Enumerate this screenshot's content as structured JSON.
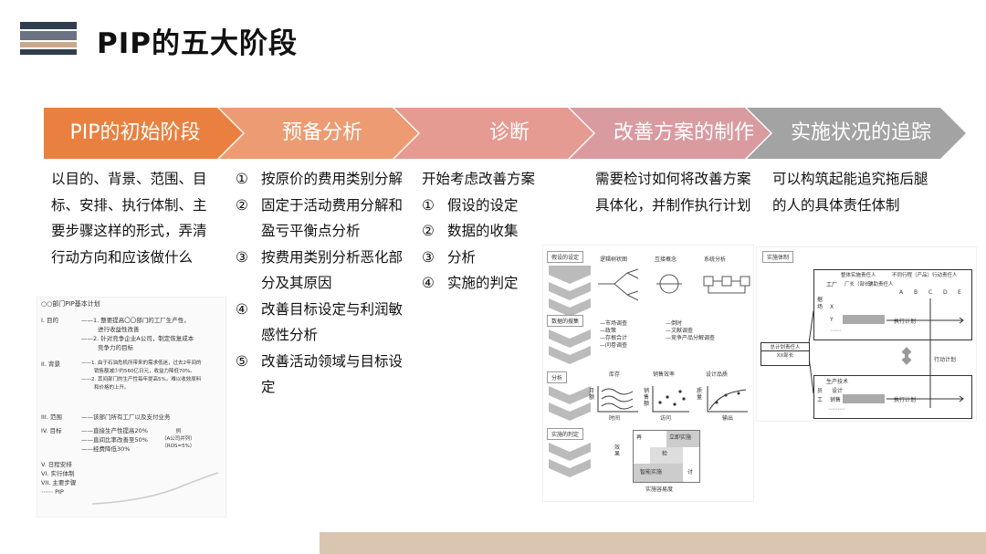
{
  "title": "PIP的五大阶段",
  "colors": {
    "logo_dark": "#2f3d4f",
    "logo_mid": "#6b7380",
    "logo_light": "#c9a98a",
    "stage1": "#e9803f",
    "stage2": "#ec9b72",
    "stage3": "#e59a92",
    "stage4": "#d99ba0",
    "stage5": "#a3a3a3",
    "bottom_bar": "#dac6b0"
  },
  "stages": [
    {
      "label": "PIP的初始阶段"
    },
    {
      "label": "预备分析"
    },
    {
      "label": "诊断"
    },
    {
      "label": "改善方案的制作"
    },
    {
      "label": "实施状况的追踪"
    }
  ],
  "stage1_desc": [
    "以目的、背景、范围、目",
    "标、安排、执行体制、主",
    "要步骤这样的形式，弄清",
    "行动方向和应该做什么"
  ],
  "stage2_items": [
    {
      "num": "①",
      "lines": [
        "按原价的费用类别分解"
      ]
    },
    {
      "num": "②",
      "lines": [
        "固定于活动费用分解和",
        "盈亏平衡点分析"
      ]
    },
    {
      "num": "③",
      "lines": [
        "按费用类别分析恶化部",
        "分及其原因"
      ]
    },
    {
      "num": "④",
      "lines": [
        "改善目标设定与利润敏",
        "感性分析"
      ]
    },
    {
      "num": "⑤",
      "lines": [
        "改善活动领域与目标设",
        "定"
      ]
    }
  ],
  "stage3_intro": "开始考虑改善方案",
  "stage3_items": [
    {
      "num": "①",
      "text": "假设的设定"
    },
    {
      "num": "②",
      "text": "数据的收集"
    },
    {
      "num": "③",
      "text": "分析"
    },
    {
      "num": "④",
      "text": "实施的判定"
    }
  ],
  "stage4_desc": [
    "需要检讨如何将改善方案",
    "具体化，并制作执行计划"
  ],
  "stage5_desc": [
    "可以构筑起能追究拖后腿",
    "的人的具体责任体制"
  ],
  "plan_image": {
    "heading": "○○部门PIP基本计划",
    "rows": [
      {
        "label": "I. 目的",
        "lines": [
          "——1. 整要提高〇〇部门的工厂生产性，",
          "进行收益性改善",
          "——2. 针对竞争企业A公司，制定恢复成本",
          "竞争力的目标"
        ]
      },
      {
        "label": "II. 背景",
        "lines": [
          "——1. 由于石油危机所带来的需求低迷，过去2年间的",
          "销售额减少约560亿日元，收益力降低70%。",
          "——2. 其间部门的生产性每年提高5%，难以收效原料",
          "和价格的上升。"
        ]
      },
      {
        "label": "III. 范围",
        "lines": [
          "——该部门所有工厂以及支付业务"
        ]
      },
      {
        "label": "IV. 目标",
        "lines": [
          "——直接生产性提高20%",
          "——直间比率改善至50%",
          "——经费降低30%"
        ]
      }
    ],
    "target_note": [
      "例",
      "（A公司并列）",
      "（ROS=5%）"
    ],
    "tail": [
      "V. 日程安排",
      "VI. 实行体制",
      "VII. 主要步骤",
      "⋯⋯ PIP"
    ]
  },
  "diag_image": {
    "rows": [
      {
        "label": "假设的设定",
        "items": [
          "逻辑树状图",
          "互接概念",
          "系统分析"
        ]
      },
      {
        "label": "数据的搜集",
        "items": [
          "—市场调查",
          "—政策",
          "—存根合计",
          "—问卷调查",
          "—倒时",
          "—文献调查",
          "—竞争产品分解调查"
        ]
      },
      {
        "label": "分析",
        "items": [
          "库存",
          "月额",
          "时间",
          "销售效率",
          "销售额",
          "访问",
          "设计品质",
          "质量",
          "输出"
        ]
      },
      {
        "label": "实施的判定",
        "items": [
          "再",
          "立即实施",
          "效果",
          "检",
          "智能实施",
          "讨",
          "实施容易度"
        ]
      }
    ]
  },
  "system_image": {
    "heading": "实施体制",
    "header_cells": [
      "整体实施责任人",
      "不同行程（产品）行动责任人",
      "厂长（部长）",
      "辅助责任人",
      "A",
      "B",
      "C",
      "D",
      "E"
    ],
    "left_labels": [
      "工厂",
      "据",
      "场",
      "X",
      "Y",
      "⋯⋯",
      "生产技术",
      "设计",
      "员",
      "工",
      "销售",
      "⋯⋯⋯"
    ],
    "center": [
      "总计划责任人",
      "XX部长"
    ],
    "exec_label": "执行计划",
    "action_label": "行动计划"
  }
}
